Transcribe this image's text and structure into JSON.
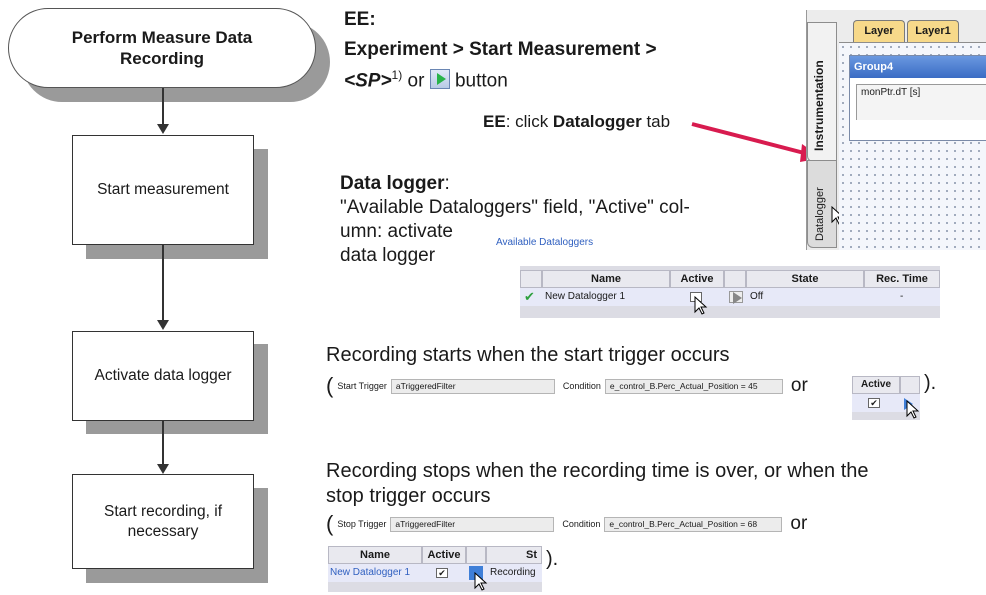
{
  "flowchart": {
    "start": "Perform Measure Data Recording",
    "steps": [
      "Start measurement",
      "Activate data logger",
      "Start recording, if necessary"
    ]
  },
  "ee_intro": {
    "label": "EE",
    "path": "Experiment > Start Measurement >",
    "sp": "<SP>",
    "footnote": "1)",
    "or": "or",
    "button_word": "button"
  },
  "ee_click": {
    "label": "EE",
    "pre": ": click ",
    "tab": "Datalogger",
    "post": " tab"
  },
  "screenshot_top": {
    "tabs": [
      "Layer",
      "Layer1"
    ],
    "side_tabs": [
      "Instrumentation",
      "Datalogger"
    ],
    "group": "Group4",
    "signal": "monPtr.dT [s]"
  },
  "datalogger_text": {
    "label": "Data logger",
    "line1": "\"Available Dataloggers\" field, \"Active\" col-",
    "line2": "umn: activate",
    "line3": "data logger"
  },
  "available_table": {
    "caption": "Available Dataloggers",
    "headers": [
      "Name",
      "Active",
      "",
      "State",
      "Rec. Time"
    ],
    "row": {
      "name": "New Datalogger 1",
      "state": "Off",
      "rec_time": "-"
    }
  },
  "start_trigger_text": "Recording starts when the start trigger occurs",
  "start_trigger": {
    "label": "Start Trigger",
    "value": "aTriggeredFilter",
    "cond_label": "Condition",
    "cond_value": "e_control_B.Perc_Actual_Position = 45",
    "or": "or",
    "active_header": "Active",
    "close": ")."
  },
  "stop_text": {
    "line1": "Recording stops when the recording time is over, or when the",
    "line2": "stop trigger occurs"
  },
  "stop_trigger": {
    "label": "Stop Trigger",
    "value": "aTriggeredFilter",
    "cond_label": "Condition",
    "cond_value": "e_control_B.Perc_Actual_Position = 68",
    "or": "or",
    "close": ")."
  },
  "recording_table": {
    "headers": [
      "Name",
      "Active",
      "",
      "St"
    ],
    "row": {
      "name": "New Datalogger 1",
      "state": "Recording"
    }
  },
  "colors": {
    "arrow": "#d81b4f",
    "tab_orange": "#f7d98a",
    "group_header": "#4a7fd6",
    "link_blue": "#3060c0"
  }
}
